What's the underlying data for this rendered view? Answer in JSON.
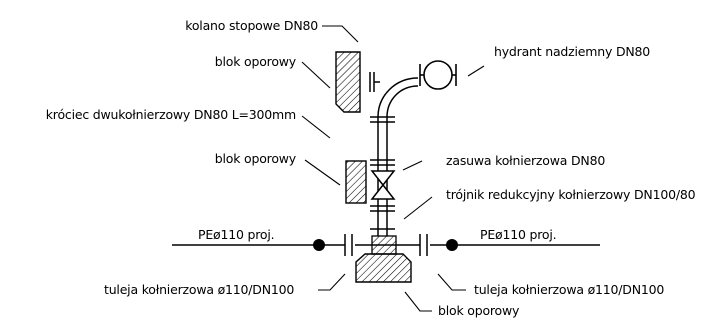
{
  "labels": {
    "elbow": "kolano stopowe DN80",
    "hydrant": "hydrant nadziemny DN80",
    "support_block_top": "blok oporowy",
    "flanged_spool": "króciec dwukołnierzowy DN80 L=300mm",
    "support_block_mid": "blok oporowy",
    "gate_valve": "zasuwa kołnierzowa DN80",
    "reducing_tee": "trójnik redukcyjny kołnierzowy DN100/80",
    "pipe_left": "PEø110 proj.",
    "pipe_right": "PEø110 proj.",
    "flange_sleeve_left": "tuleja kołnierzowa ø110/DN100",
    "flange_sleeve_right": "tuleja kołnierzowa ø110/DN100",
    "support_block_bottom": "blok oporowy"
  }
}
